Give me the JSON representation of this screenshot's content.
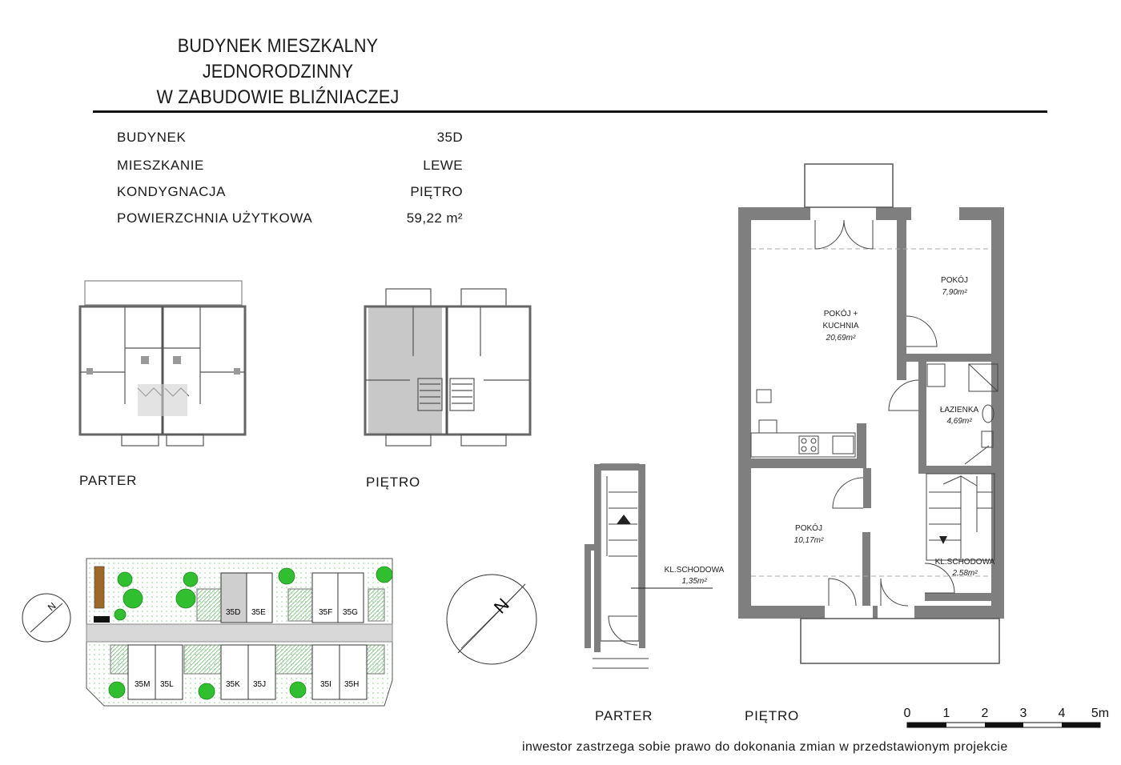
{
  "header": {
    "title_line1": "BUDYNEK MIESZKALNY JEDNORODZINNY",
    "title_line2": "W ZABUDOWIE BLIŹNIACZEJ"
  },
  "info": [
    {
      "label": "BUDYNEK",
      "value": "35D"
    },
    {
      "label": "MIESZKANIE",
      "value": "LEWE"
    },
    {
      "label": "KONDYGNACJA",
      "value": "PIĘTRO"
    },
    {
      "label": "POWIERZCHNIA UŻYTKOWA",
      "value": "59,22 m²"
    }
  ],
  "thumbnails": {
    "parter_label": "PARTER",
    "pietro_label": "PIĘTRO"
  },
  "site_plan": {
    "north_label": "N",
    "buildings_top": [
      "35D",
      "35E",
      "35F",
      "35G"
    ],
    "buildings_bottom": [
      "35M",
      "35L",
      "35K",
      "35J",
      "35I",
      "35H"
    ]
  },
  "main_plan": {
    "rooms": [
      {
        "name": "POKÓJ +",
        "name2": "KUCHNIA",
        "area": "20,69m²"
      },
      {
        "name": "POKÓJ",
        "area": "7,90m²"
      },
      {
        "name": "ŁAZIENKA",
        "area": "4,69m²"
      },
      {
        "name": "POKÓJ",
        "area": "10,17m²"
      },
      {
        "name": "KL.SCHODOWA",
        "area": "2,58m²"
      }
    ],
    "ground_stair": {
      "name": "KL.SCHODOWA",
      "area": "1,35m²"
    },
    "parter_caption": "PARTER",
    "pietro_caption": "PIĘTRO"
  },
  "scale_bar": {
    "ticks": [
      "0",
      "1",
      "2",
      "3",
      "4",
      "5m"
    ]
  },
  "compass": {
    "label": "N"
  },
  "footer": {
    "note": "inwestor zastrzega sobie prawo do dokonania zmian w przedstawionym projekcie"
  },
  "colors": {
    "wall": "#7f7f7f",
    "highlight": "#cfcfcf",
    "greenery": "#2fbf2f",
    "hatch": "#9fd49f"
  }
}
